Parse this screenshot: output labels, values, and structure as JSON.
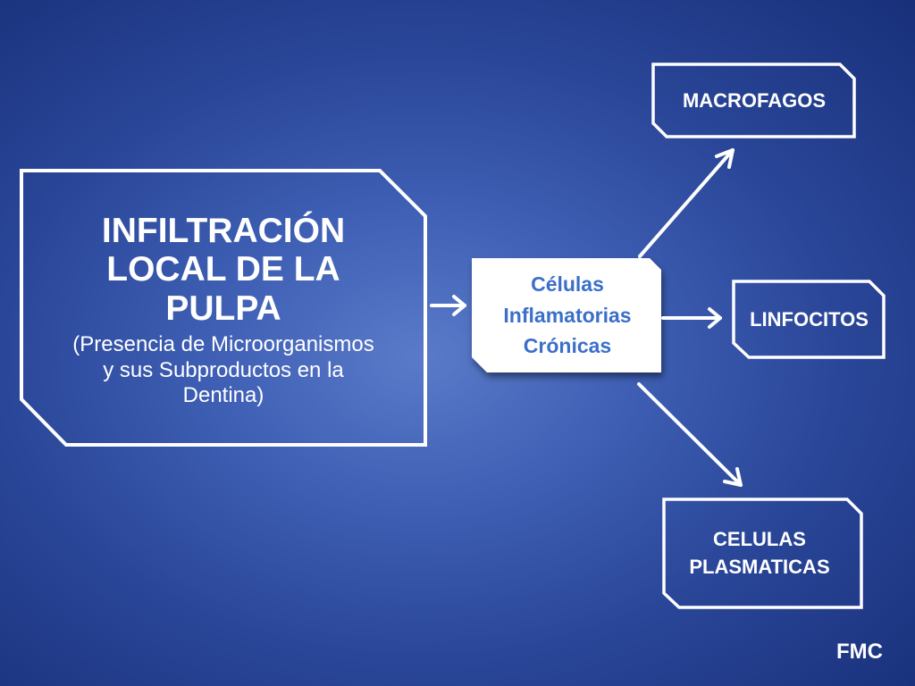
{
  "main_box": {
    "title_lines": [
      "INFILTRACIÓN",
      "LOCAL DE LA",
      "PULPA"
    ],
    "subtitle_lines": [
      "(Presencia de Microorganismos",
      "y sus Subproductos en la",
      "Dentina)"
    ]
  },
  "center_box": {
    "lines": [
      "Células",
      "Inflamatorias",
      "Crónicas"
    ]
  },
  "targets": {
    "top": {
      "lines": [
        "MACROFAGOS"
      ]
    },
    "middle": {
      "lines": [
        "LINFOCITOS"
      ]
    },
    "bottom": {
      "lines": [
        "CELULAS",
        "PLASMATICAS"
      ]
    }
  },
  "footer": {
    "text": "FMC"
  },
  "colors": {
    "outline": "#ffffff",
    "center_fill": "#ffffff",
    "center_text": "#3b6fc8"
  }
}
